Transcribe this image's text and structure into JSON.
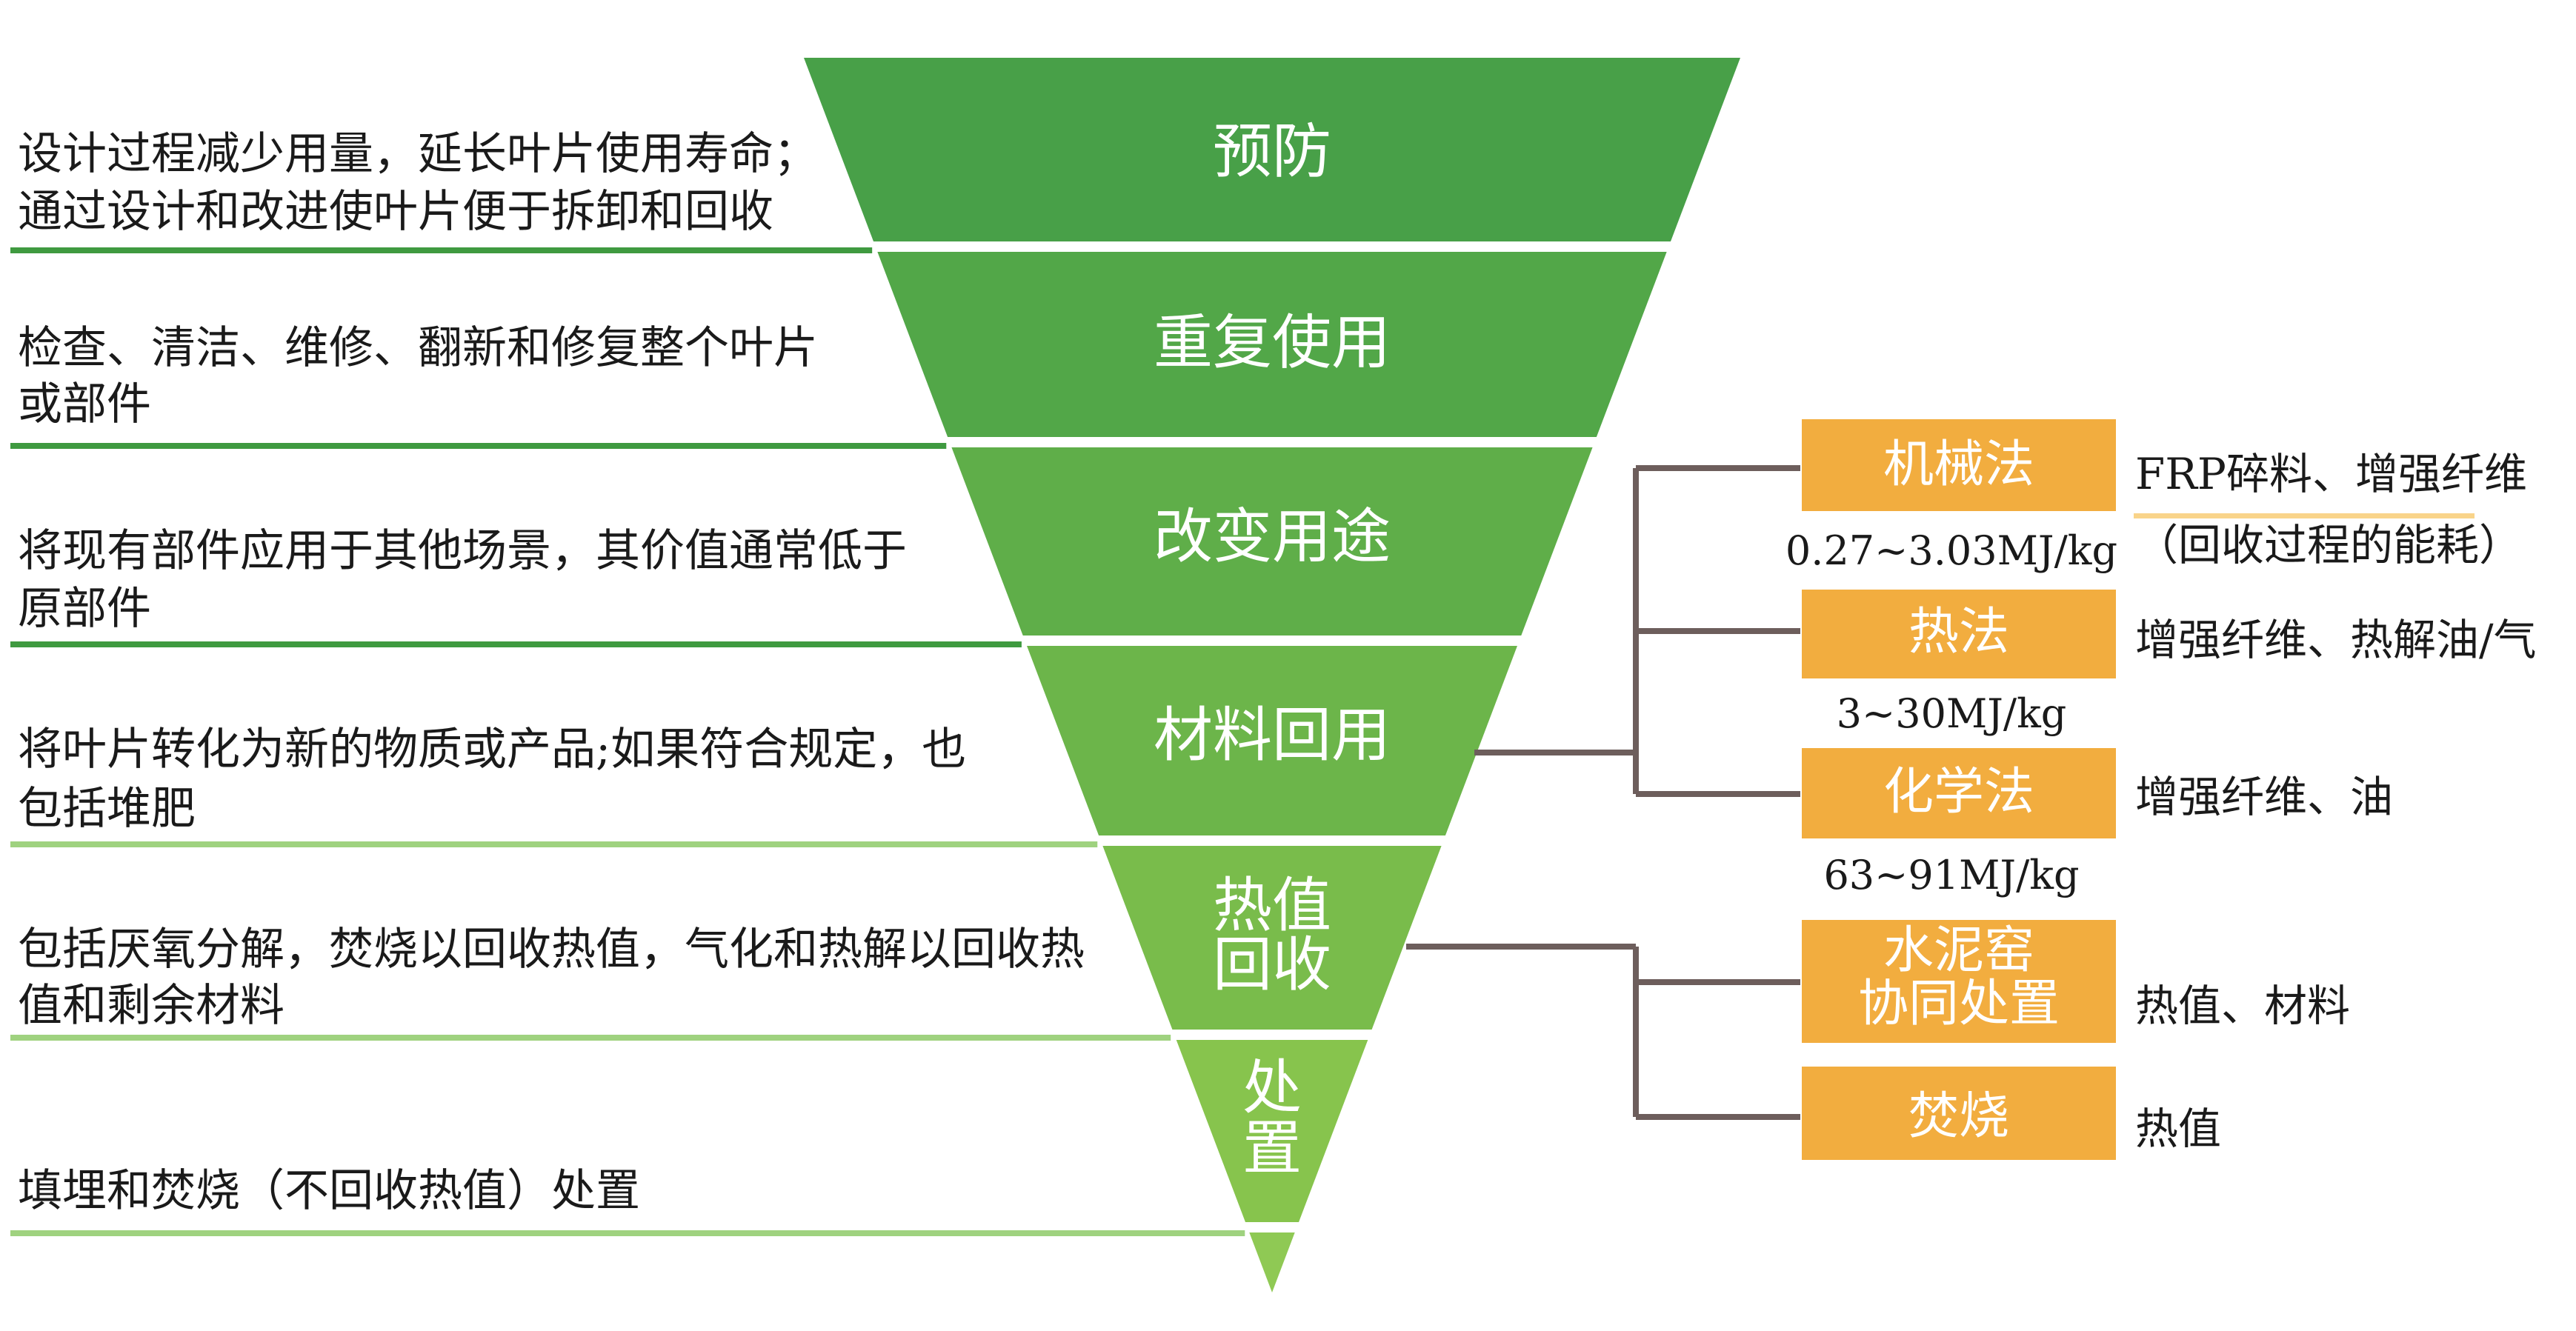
{
  "levels": [
    {
      "label": [
        "预防"
      ],
      "desc": [
        "设计过程减少用量，延长叶片使用寿命；",
        "通过设计和改进使叶片便于拆卸和回收"
      ],
      "color": "#48a048"
    },
    {
      "label": [
        "重复使用"
      ],
      "desc": [
        "检查、清洁、维修、翻新和修复整个叶片",
        "或部件"
      ],
      "color": "#52a748"
    },
    {
      "label": [
        "改变用途"
      ],
      "desc": [
        "将现有部件应用于其他场景，其价值通常低于",
        "原部件"
      ],
      "color": "#5fae49"
    },
    {
      "label": [
        "材料回用"
      ],
      "desc": [
        "将叶片转化为新的物质或产品;如果符合规定，也",
        "包括堆肥"
      ],
      "color": "#6cb54a"
    },
    {
      "label": [
        "热值",
        "回收"
      ],
      "desc": [
        "包括厌氧分解，焚烧以回收热值，气化和热解以回收热",
        "值和剩余材料"
      ],
      "color": "#79bc4b"
    },
    {
      "label": [
        "处",
        "置"
      ],
      "desc": [
        "填埋和焚烧（不回收热值）处置"
      ],
      "color": "#87c44d"
    }
  ],
  "methods": [
    {
      "label": [
        "机械法"
      ],
      "product": [
        "FRP碎料、增强纤维",
        "（回收过程的能耗）"
      ],
      "energy": "0.27~3.03MJ/kg"
    },
    {
      "label": [
        "热法"
      ],
      "product": [
        "增强纤维、热解油/气"
      ],
      "energy": "3~30MJ/kg"
    },
    {
      "label": [
        "化学法"
      ],
      "product": [
        "增强纤维、油"
      ],
      "energy": "63~91MJ/kg"
    },
    {
      "label": [
        "水泥窑",
        "协同处置"
      ],
      "product": [
        "热值、材料"
      ],
      "energy": ""
    },
    {
      "label": [
        "焚烧"
      ],
      "product": [
        "热值"
      ],
      "energy": ""
    }
  ],
  "colors": {
    "method_box": "#f2ad3f",
    "connector": "#6d5e5c",
    "product_underline": "#f9d48a",
    "desc_underline_dark": "#3f9a40",
    "desc_underline_light": "#9fd27f"
  }
}
